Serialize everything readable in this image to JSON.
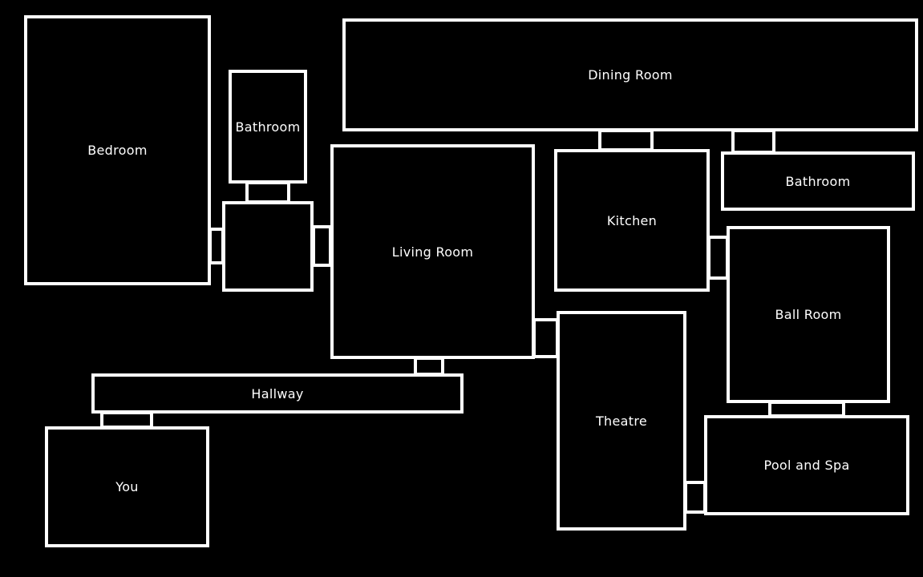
{
  "colors": {
    "background": "#000000",
    "wall": "#ffffff",
    "label": "#ffffff"
  },
  "rooms": {
    "bedroom": "Bedroom",
    "bathroom_west": "Bathroom",
    "closet": "",
    "dining_room": "Dining Room",
    "living_room": "Living Room",
    "kitchen": "Kitchen",
    "bathroom_east": "Bathroom",
    "ball_room": "Ball Room",
    "hallway": "Hallway",
    "you": "You",
    "theatre": "Theatre",
    "pool_and_spa": "Pool and Spa"
  }
}
